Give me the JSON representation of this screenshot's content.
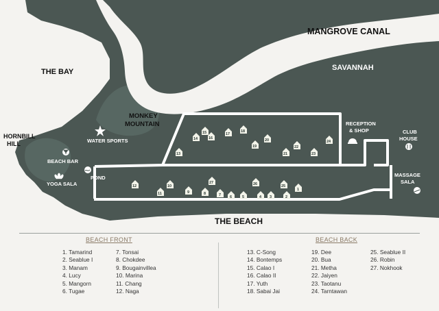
{
  "regions": {
    "mangrove_canal": "MANGROVE CANAL",
    "the_bay": "THE BAY",
    "savannah": "SAVANNAH",
    "monkey_mountain_line1": "MONKEY",
    "monkey_mountain_line2": "MOUNTAIN",
    "hornbill_hill_line1": "HORNBILL",
    "hornbill_hill_line2": "HILL",
    "the_beach": "THE BEACH"
  },
  "facilities": {
    "water_sports": "WATER SPORTS",
    "beach_bar": "BEACH BAR",
    "yoga_sala": "YOGA SALA",
    "pond": "POND",
    "reception_line1": "RECEPTION",
    "reception_line2": "& SHOP",
    "club_house_line1": "CLUB",
    "club_house_line2": "HOUSE",
    "massage_sala_line1": "MASSAGE",
    "massage_sala_line2": "SALA"
  },
  "hut_numbers": {
    "h1": "1",
    "h2": "2",
    "h3": "3",
    "h4": "4",
    "h5": "5",
    "h6": "6",
    "h7": "7",
    "h8": "8",
    "h9": "9",
    "h10": "10",
    "h11": "11",
    "h12": "12",
    "h13": "13",
    "h14": "14",
    "h15": "15",
    "h16": "16",
    "h17": "17",
    "h18": "18",
    "h19": "19",
    "h20": "20",
    "h21": "21",
    "h22": "22",
    "h23": "23",
    "h24": "24",
    "h25": "25",
    "h26": "26",
    "h27": "27"
  },
  "legend": {
    "beach_front_title": "BEACH FRONT",
    "beach_back_title": "BEACH BACK",
    "beach_front_col1": [
      "1. Tamarind",
      "2. Seablue I",
      "3. Manam",
      "4. Lucy",
      "5. Mangorn",
      "6. Tugae"
    ],
    "beach_front_col2": [
      "7. Tonsai",
      "8. Chokdee",
      "9. Bougainvillea",
      "10. Marina",
      "11. Chang",
      "12. Naga"
    ],
    "beach_back_col1": [
      "13. C-Song",
      "14. Bontemps",
      "15. Calao I",
      "16. Calao II",
      "17. Yuth",
      "18. Sabai Jai"
    ],
    "beach_back_col2": [
      "19. Dee",
      "20. Bua",
      "21. Metha",
      "22. Jaiyen",
      "23. Taotanu",
      "24. Tarntawan"
    ],
    "beach_back_col3": [
      "25. Seablue II",
      "26. Robin",
      "27. Nokhook"
    ]
  },
  "colors": {
    "land": "#4b5753",
    "water": "#f4f3f0",
    "hill": "#5a6b66",
    "paths": "#ffffff",
    "hut_fill": "#f3f4ea"
  }
}
